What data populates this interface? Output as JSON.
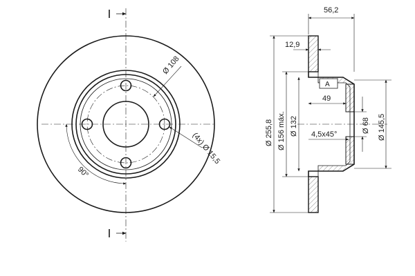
{
  "front_view": {
    "pcd_label": "Ø 108",
    "holes_label": "(4x) Ø 15,5",
    "angle_label": "90°"
  },
  "section_view": {
    "total_width": "56,2",
    "disc_thickness": "12,9",
    "outer_diameter": "Ø 255,8",
    "friction_diameter": "Ø 156 máx.",
    "hat_diameter": "Ø 132",
    "hat_depth": "49",
    "chamfer": "4,5x45°",
    "datum": "A",
    "center_bore": "Ø 68",
    "hat_outer": "Ø 145,5"
  },
  "colors": {
    "line": "#1a1a1a",
    "background": "#ffffff"
  }
}
